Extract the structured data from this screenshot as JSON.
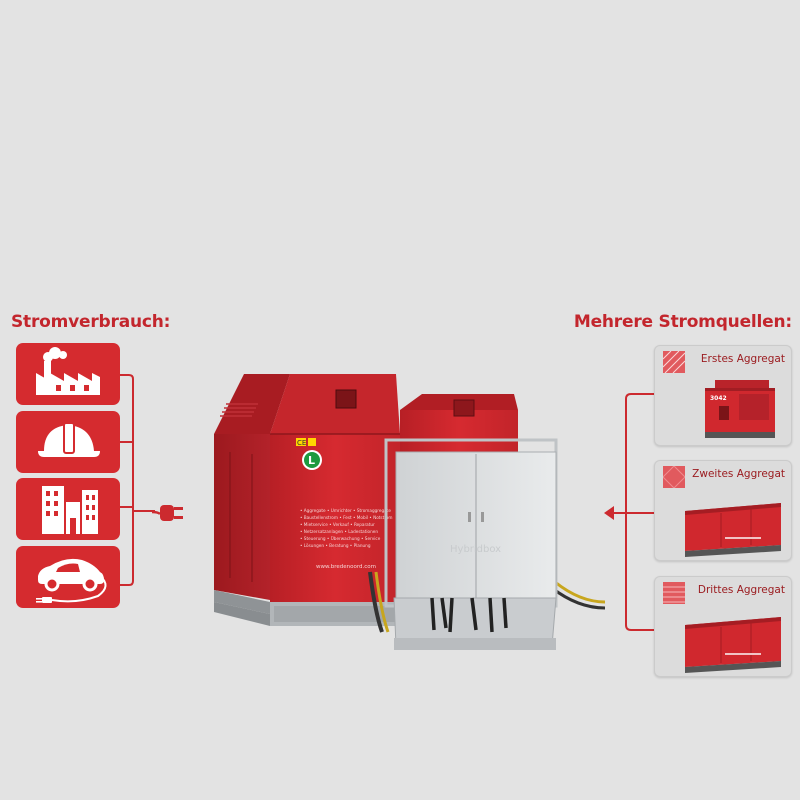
{
  "left_panel": {
    "heading": "Stromverbrauch:",
    "tiles": [
      {
        "icon": "factory-icon"
      },
      {
        "icon": "hard-hat-icon"
      },
      {
        "icon": "office-building-icon"
      },
      {
        "icon": "electric-car-icon"
      }
    ],
    "connector_icon": "power-plug-icon"
  },
  "right_panel": {
    "heading": "Mehrere Stromquellen:",
    "sources": [
      {
        "label": "Erstes Aggregat",
        "icon": "hatched-square-icon",
        "model_badge": "3042"
      },
      {
        "label": "Zweites Aggregat",
        "icon": "diamond-grid-square-icon"
      },
      {
        "label": "Drittes Aggregat",
        "icon": "striped-square-icon"
      }
    ],
    "connector_icon": "arrow-left-icon"
  },
  "center": {
    "machine": "generator-with-distribution-cabinet",
    "ce_mark": "CE",
    "l_badge": "L",
    "cabinet_text": "Hybridbox",
    "plate_lines": [
      "• Aggregate • Umrichter • Stromaggregate",
      "• Baustellenstrom • Fest • Mobil • Notstrom",
      "• Mietservice • Verkauf • Reparatur",
      "• Netzersatzanlagen • Ladestationen",
      "• Steuerung • Überwachung • Service",
      "• Lösungen • Beratung • Planung"
    ],
    "plate_url": "www.bredenoord.com"
  },
  "colors": {
    "accent": "#c3262d",
    "tile": "#d52b2f",
    "background": "#e3e3e3"
  }
}
